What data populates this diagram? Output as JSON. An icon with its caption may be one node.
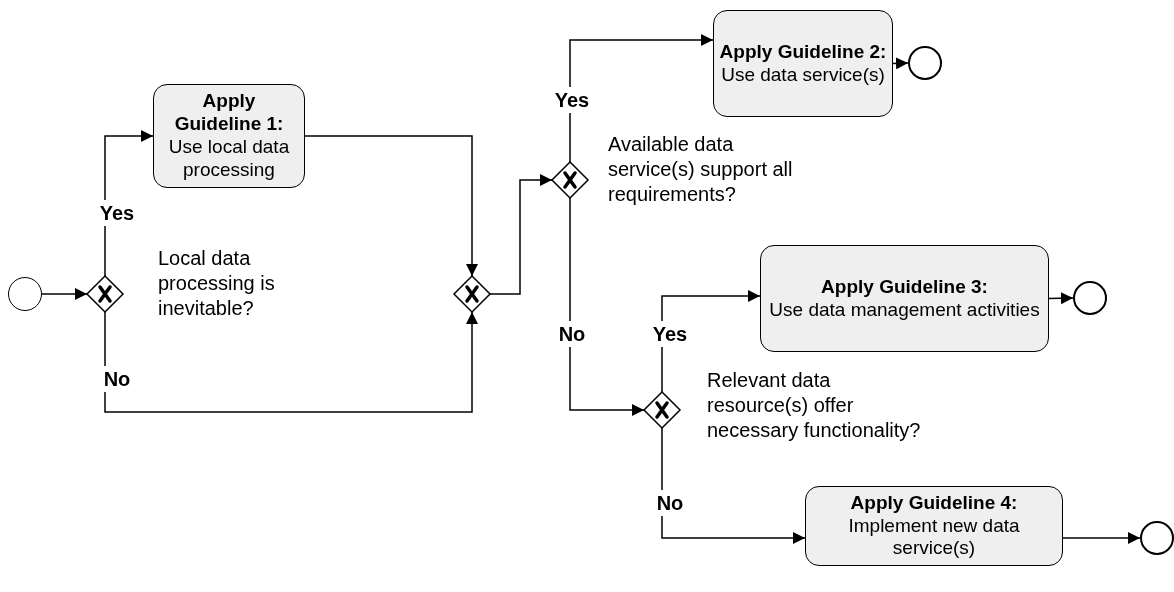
{
  "diagram": {
    "nodes": [
      {
        "text": [],
        "shape": "circle"
      },
      {
        "text": [],
        "shape": "diamond",
        "beside": [
          "Local data processing is inevitable?"
        ]
      },
      {
        "text": [
          "Apply Guideline 1:",
          "Use local data processing"
        ]
      },
      {
        "text": [],
        "shape": "diamond"
      },
      {
        "text": [],
        "shape": "diamond",
        "beside": [
          "Available data service(s) support all requirements?"
        ]
      },
      {
        "text": [
          "Apply Guideline 2:",
          "Use data service(s)"
        ]
      },
      {
        "text": [],
        "shape": "circle"
      },
      {
        "text": [],
        "shape": "diamond",
        "beside": [
          "Relevant data resource(s) offer necessary functionality?"
        ]
      },
      {
        "text": [
          "Apply Guideline 3:",
          "Use data management activities"
        ]
      },
      {
        "text": [],
        "shape": "circle"
      },
      {
        "text": [
          "Apply Guideline 4:",
          "Implement new data service(s)"
        ]
      },
      {
        "text": [],
        "shape": "circle"
      }
    ],
    "edges": [
      {
        "from": 0,
        "to": 1,
        "arrow": "to"
      },
      {
        "from": 1,
        "to": 2,
        "arrow": "to",
        "label": "Yes"
      },
      {
        "from": 1,
        "to": 3,
        "arrow": "to",
        "label": "No"
      },
      {
        "from": 2,
        "to": 3,
        "arrow": "to"
      },
      {
        "from": 3,
        "to": 4,
        "arrow": "to"
      },
      {
        "from": 4,
        "to": 5,
        "arrow": "to",
        "label": "Yes"
      },
      {
        "from": 5,
        "to": 6,
        "arrow": "to"
      },
      {
        "from": 4,
        "to": 7,
        "arrow": "to",
        "label": "No"
      },
      {
        "from": 7,
        "to": 8,
        "arrow": "to",
        "label": "Yes"
      },
      {
        "from": 8,
        "to": 9,
        "arrow": "to"
      },
      {
        "from": 7,
        "to": 10,
        "arrow": "to",
        "label": "No"
      },
      {
        "from": 10,
        "to": 11,
        "arrow": "to"
      }
    ]
  }
}
